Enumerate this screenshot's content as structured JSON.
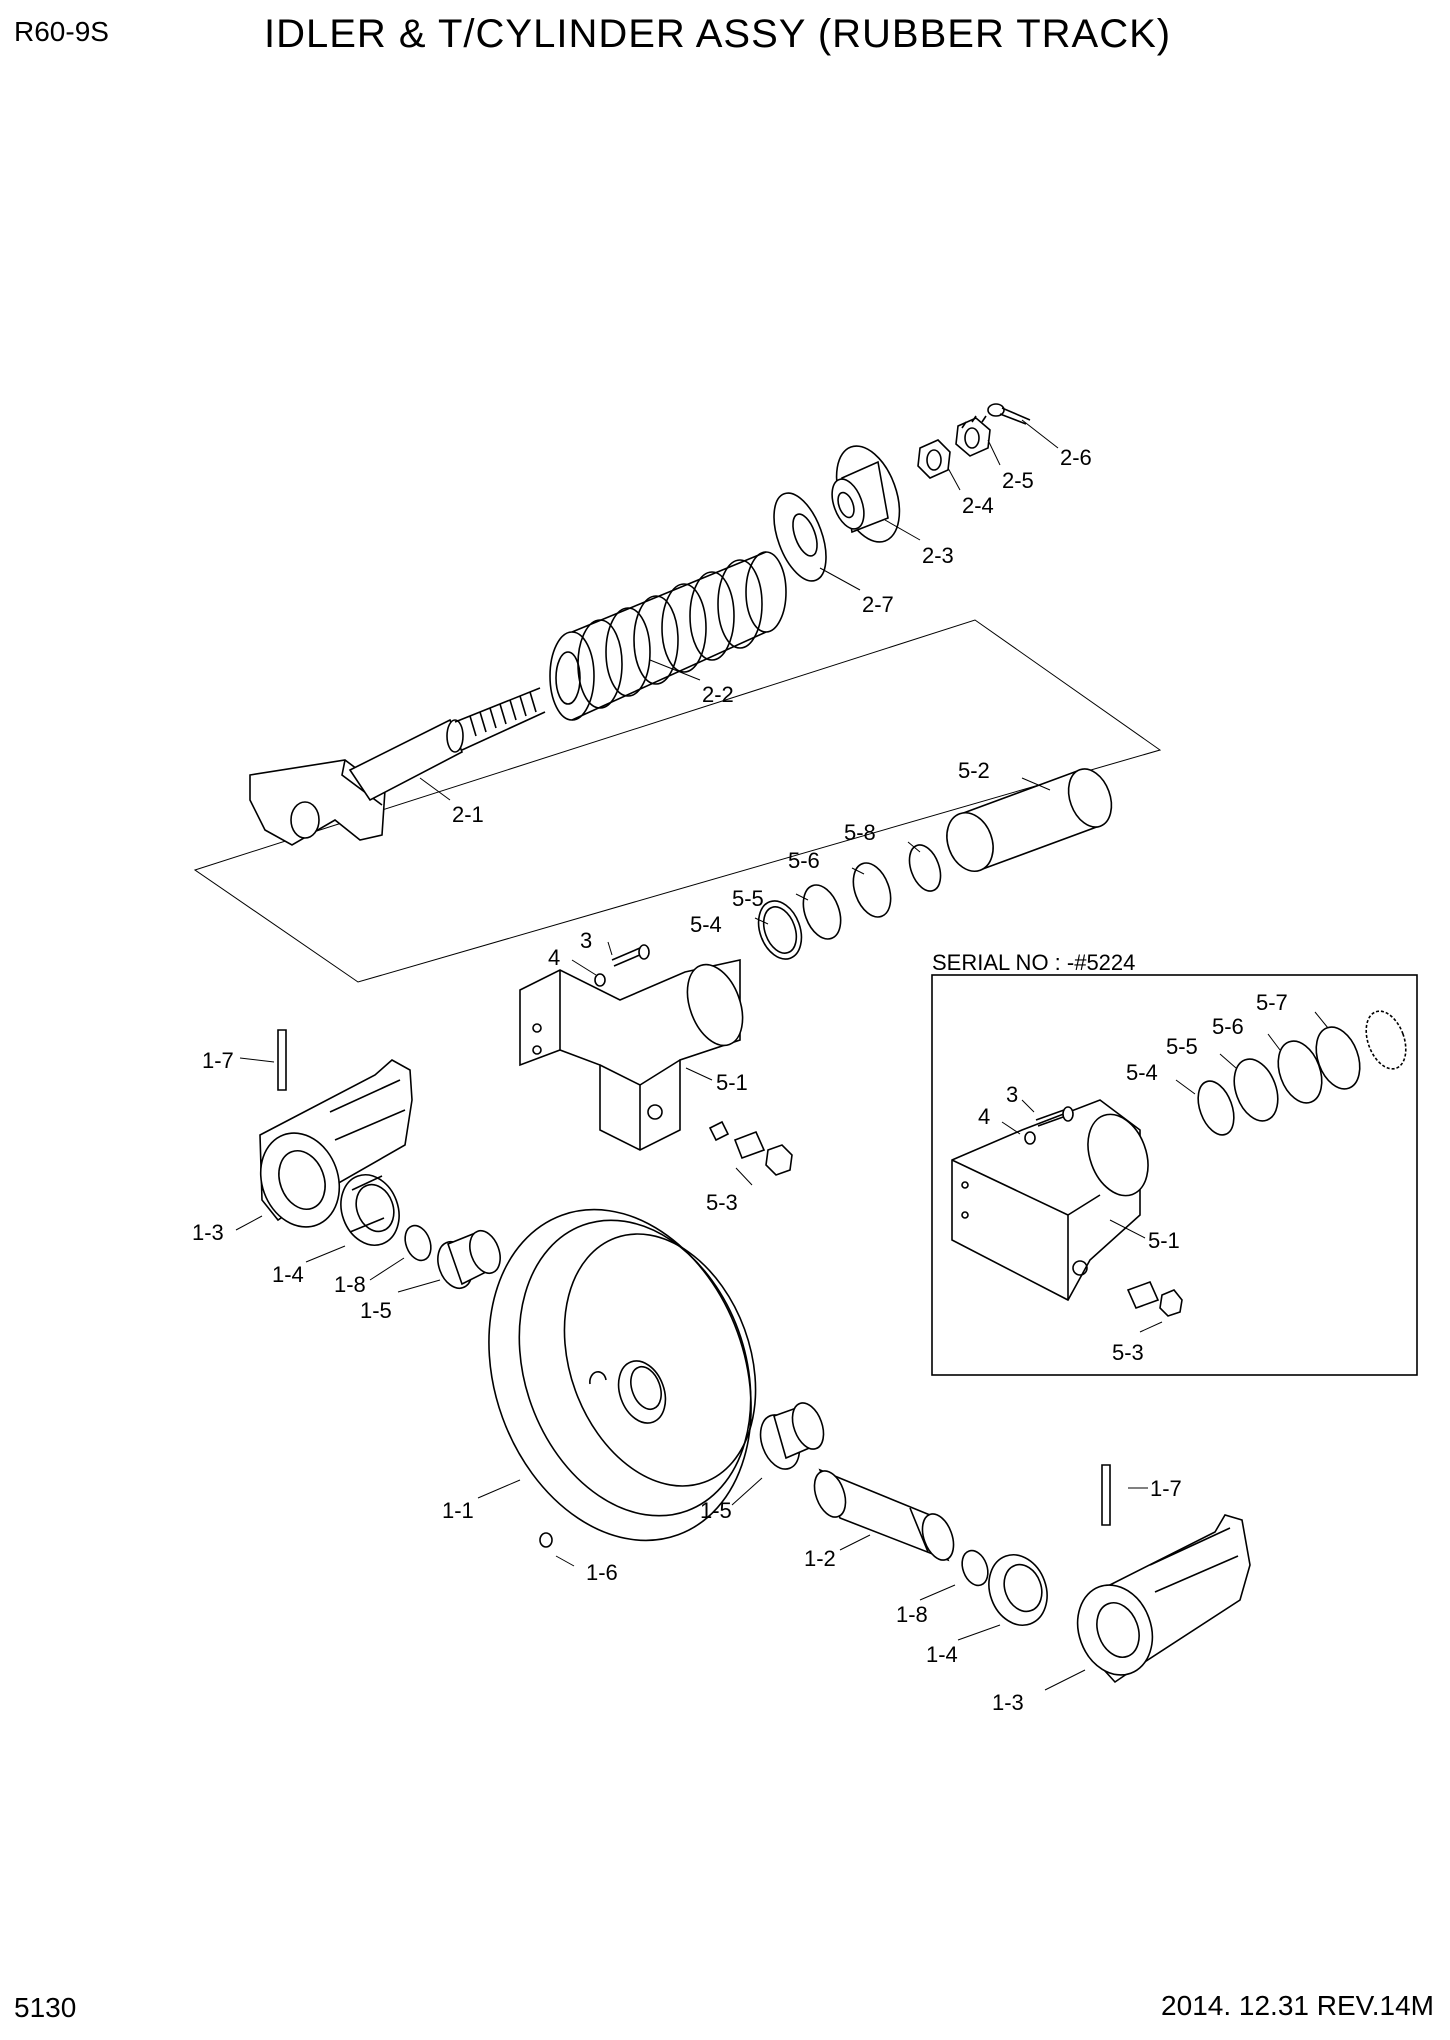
{
  "header": {
    "model": "R60-9S",
    "title": "IDLER & T/CYLINDER ASSY (RUBBER TRACK)"
  },
  "footer": {
    "page_number": "5130",
    "date_rev": "2014. 12.31  REV.14M"
  },
  "inset": {
    "serial_label": "SERIAL NO : -#5224"
  },
  "callouts": {
    "c2_6": "2-6",
    "c2_5": "2-5",
    "c2_4": "2-4",
    "c2_3": "2-3",
    "c2_7": "2-7",
    "c2_2": "2-2",
    "c2_1": "2-1",
    "c5_2": "5-2",
    "c5_8": "5-8",
    "c5_6": "5-6",
    "c5_5": "5-5",
    "c5_4": "5-4",
    "c3": "3",
    "c4": "4",
    "c5_1": "5-1",
    "c5_3": "5-3",
    "c1_7a": "1-7",
    "c1_3a": "1-3",
    "c1_4a": "1-4",
    "c1_8a": "1-8",
    "c1_5a": "1-5",
    "c1_1": "1-1",
    "c1_5b": "1-5",
    "c1_6": "1-6",
    "c1_2": "1-2",
    "c1_8b": "1-8",
    "c1_4b": "1-4",
    "c1_3b": "1-3",
    "c1_7b": "1-7",
    "i5_7": "5-7",
    "i5_6": "5-6",
    "i5_5": "5-5",
    "i5_4": "5-4",
    "i3": "3",
    "i4": "4",
    "i5_1": "5-1",
    "i5_3": "5-3"
  }
}
